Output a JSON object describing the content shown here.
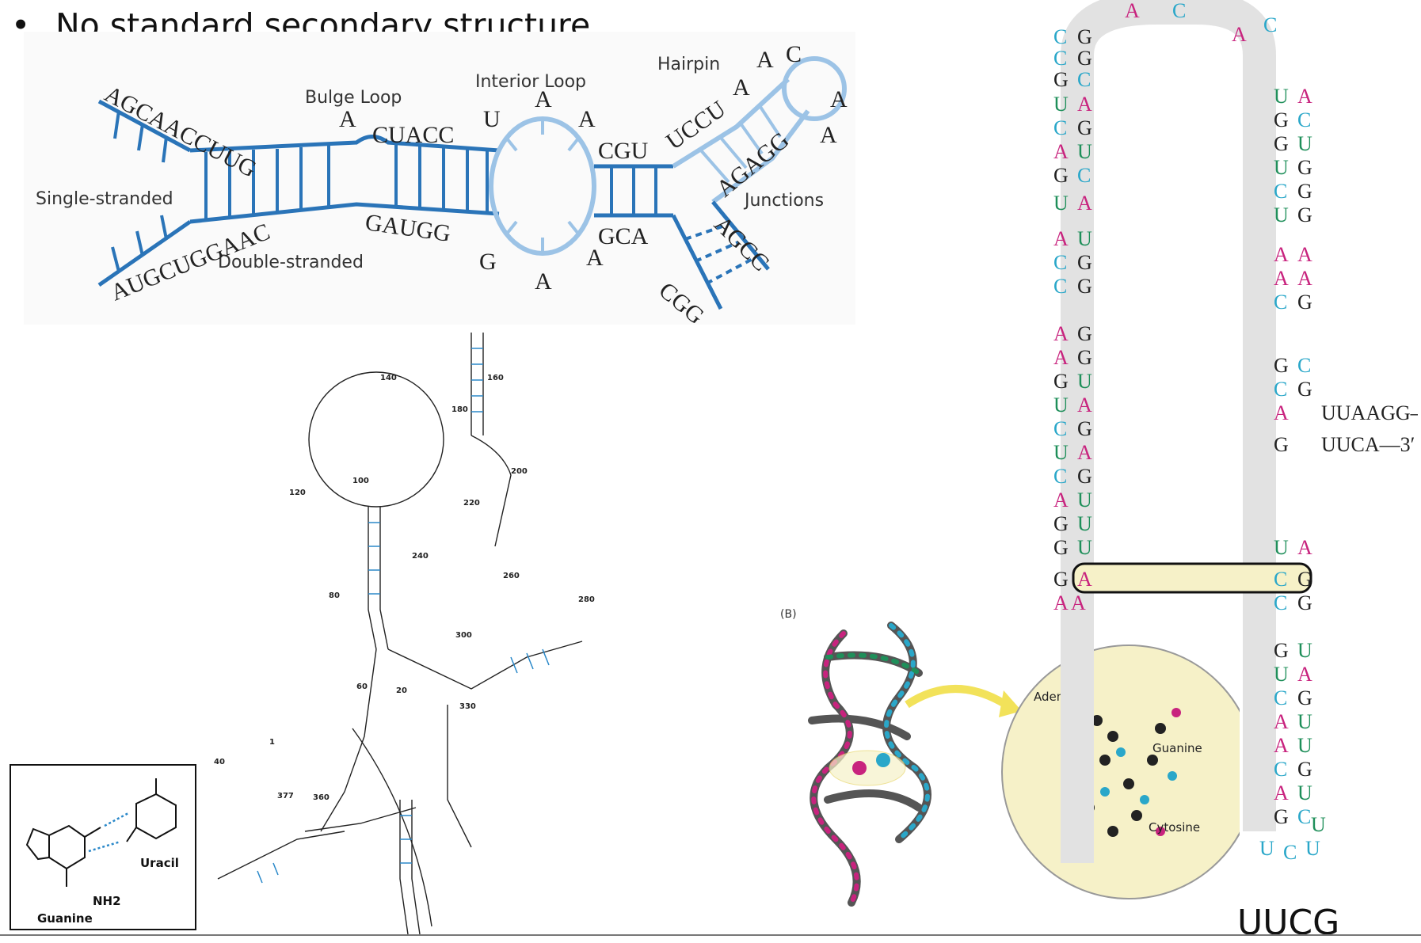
{
  "heading": {
    "bullet": "•",
    "text": "No standard secondary structure"
  },
  "secondary_structure_diagram": {
    "labels": {
      "bulge_loop": "Bulge Loop",
      "interior_loop": "Interior Loop",
      "hairpin": "Hairpin",
      "single_stranded": "Single-stranded",
      "double_stranded": "Double-stranded",
      "junctions": "Junctions"
    },
    "top_strand_left": "AGCAACCUUG",
    "bulge_base": "A",
    "top_strand_mid": "CUACC",
    "interior_loop_top": [
      "U",
      "A",
      "A"
    ],
    "stem2_top": "CGU",
    "hairpin_left": "UCCU",
    "hairpin_loop": [
      "A",
      "A",
      "C",
      "A",
      "A"
    ],
    "hairpin_right": "AGAGG",
    "bottom_strand_left": "AUGCUGGAAC",
    "bottom_strand_mid": "GAUGG",
    "interior_loop_bottom": [
      "G",
      "A",
      "A"
    ],
    "stem2_bottom": "GCA",
    "junction_strand": "AGCC",
    "junction_tail": "CGG"
  },
  "rrna_map": {
    "tick_labels": [
      "160",
      "140",
      "180",
      "200",
      "100",
      "120",
      "220",
      "80",
      "240",
      "260",
      "280",
      "300",
      "60",
      "20",
      "330",
      "40",
      "1",
      "360",
      "377"
    ]
  },
  "base_pair_box": {
    "left_base": "Guanine",
    "right_base": "Uracil",
    "amine_label": "NH2"
  },
  "tertiary_panel": {
    "panel_label": "(B)",
    "inset_labels": {
      "adenine": "Adenine",
      "guanine": "Guanine",
      "cytosine": "Cytosine"
    }
  },
  "rnase_hairpin": {
    "label_3prime": "UUCA—3′",
    "label_uuaagg": "UUAAGG—",
    "top_loop_bases": [
      "A",
      "C",
      "A",
      "C"
    ]
  },
  "caption_uucg": "UUCG",
  "colors": {
    "diagram_dark_blue": "#2a74b8",
    "diagram_light_blue": "#9cc3e6",
    "pink": "#c8237e",
    "cyan": "#2aa7c9",
    "green": "#1f8f5a",
    "black": "#222222",
    "inset_yellow": "#f6f1c8"
  }
}
